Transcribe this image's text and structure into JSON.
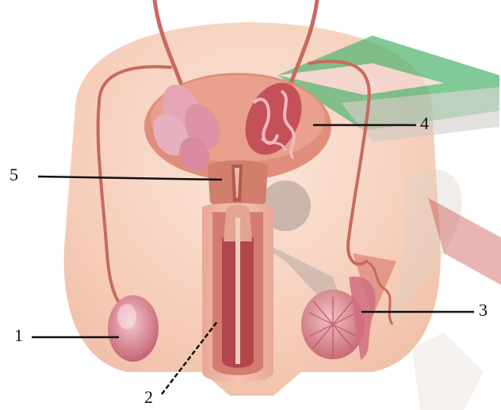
{
  "diagram": {
    "labels": [
      {
        "id": "1",
        "text": "1"
      },
      {
        "id": "2",
        "text": "2"
      },
      {
        "id": "3",
        "text": "3"
      },
      {
        "id": "4",
        "text": "4"
      },
      {
        "id": "5",
        "text": "5"
      }
    ]
  },
  "colors": {
    "skin": "#f3c2ad",
    "skin_light": "#fbe3d6",
    "tissue": "#d98b7c",
    "tissue_dark": "#b35a4e",
    "organ_pink": "#e9a7b8",
    "organ_dark": "#a23c44",
    "duct": "#c9695d",
    "watermark_green": "#4caf6a",
    "watermark_red": "#c94a44",
    "watermark_gray": "#9a8f8c",
    "leader_line": "#111111"
  }
}
